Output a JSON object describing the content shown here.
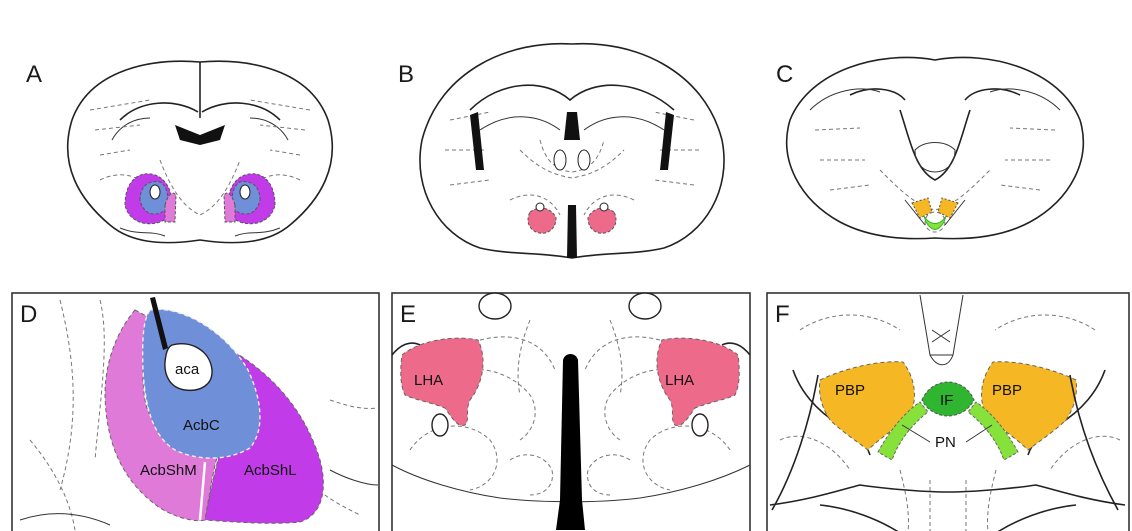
{
  "panels": {
    "A": {
      "label": "A"
    },
    "B": {
      "label": "B"
    },
    "C": {
      "label": "C"
    },
    "D": {
      "label": "D",
      "regions": {
        "aca": "aca",
        "acbc": "AcbC",
        "acbshm": "AcbShM",
        "acbshl": "AcbShL"
      }
    },
    "E": {
      "label": "E",
      "regions": {
        "lha_left": "LHA",
        "lha_right": "LHA"
      }
    },
    "F": {
      "label": "F",
      "regions": {
        "pbp_left": "PBP",
        "pbp_right": "PBP",
        "if": "IF",
        "pn": "PN"
      }
    }
  },
  "colors": {
    "acbc": "#6f8fd8",
    "acbshm": "#e07ad8",
    "acbshl": "#c23be8",
    "lha": "#ee6a8a",
    "pbp": "#f5b824",
    "if": "#2fb52f",
    "pn": "#86e23a",
    "outline": "#222222",
    "dashed": "#777777"
  }
}
